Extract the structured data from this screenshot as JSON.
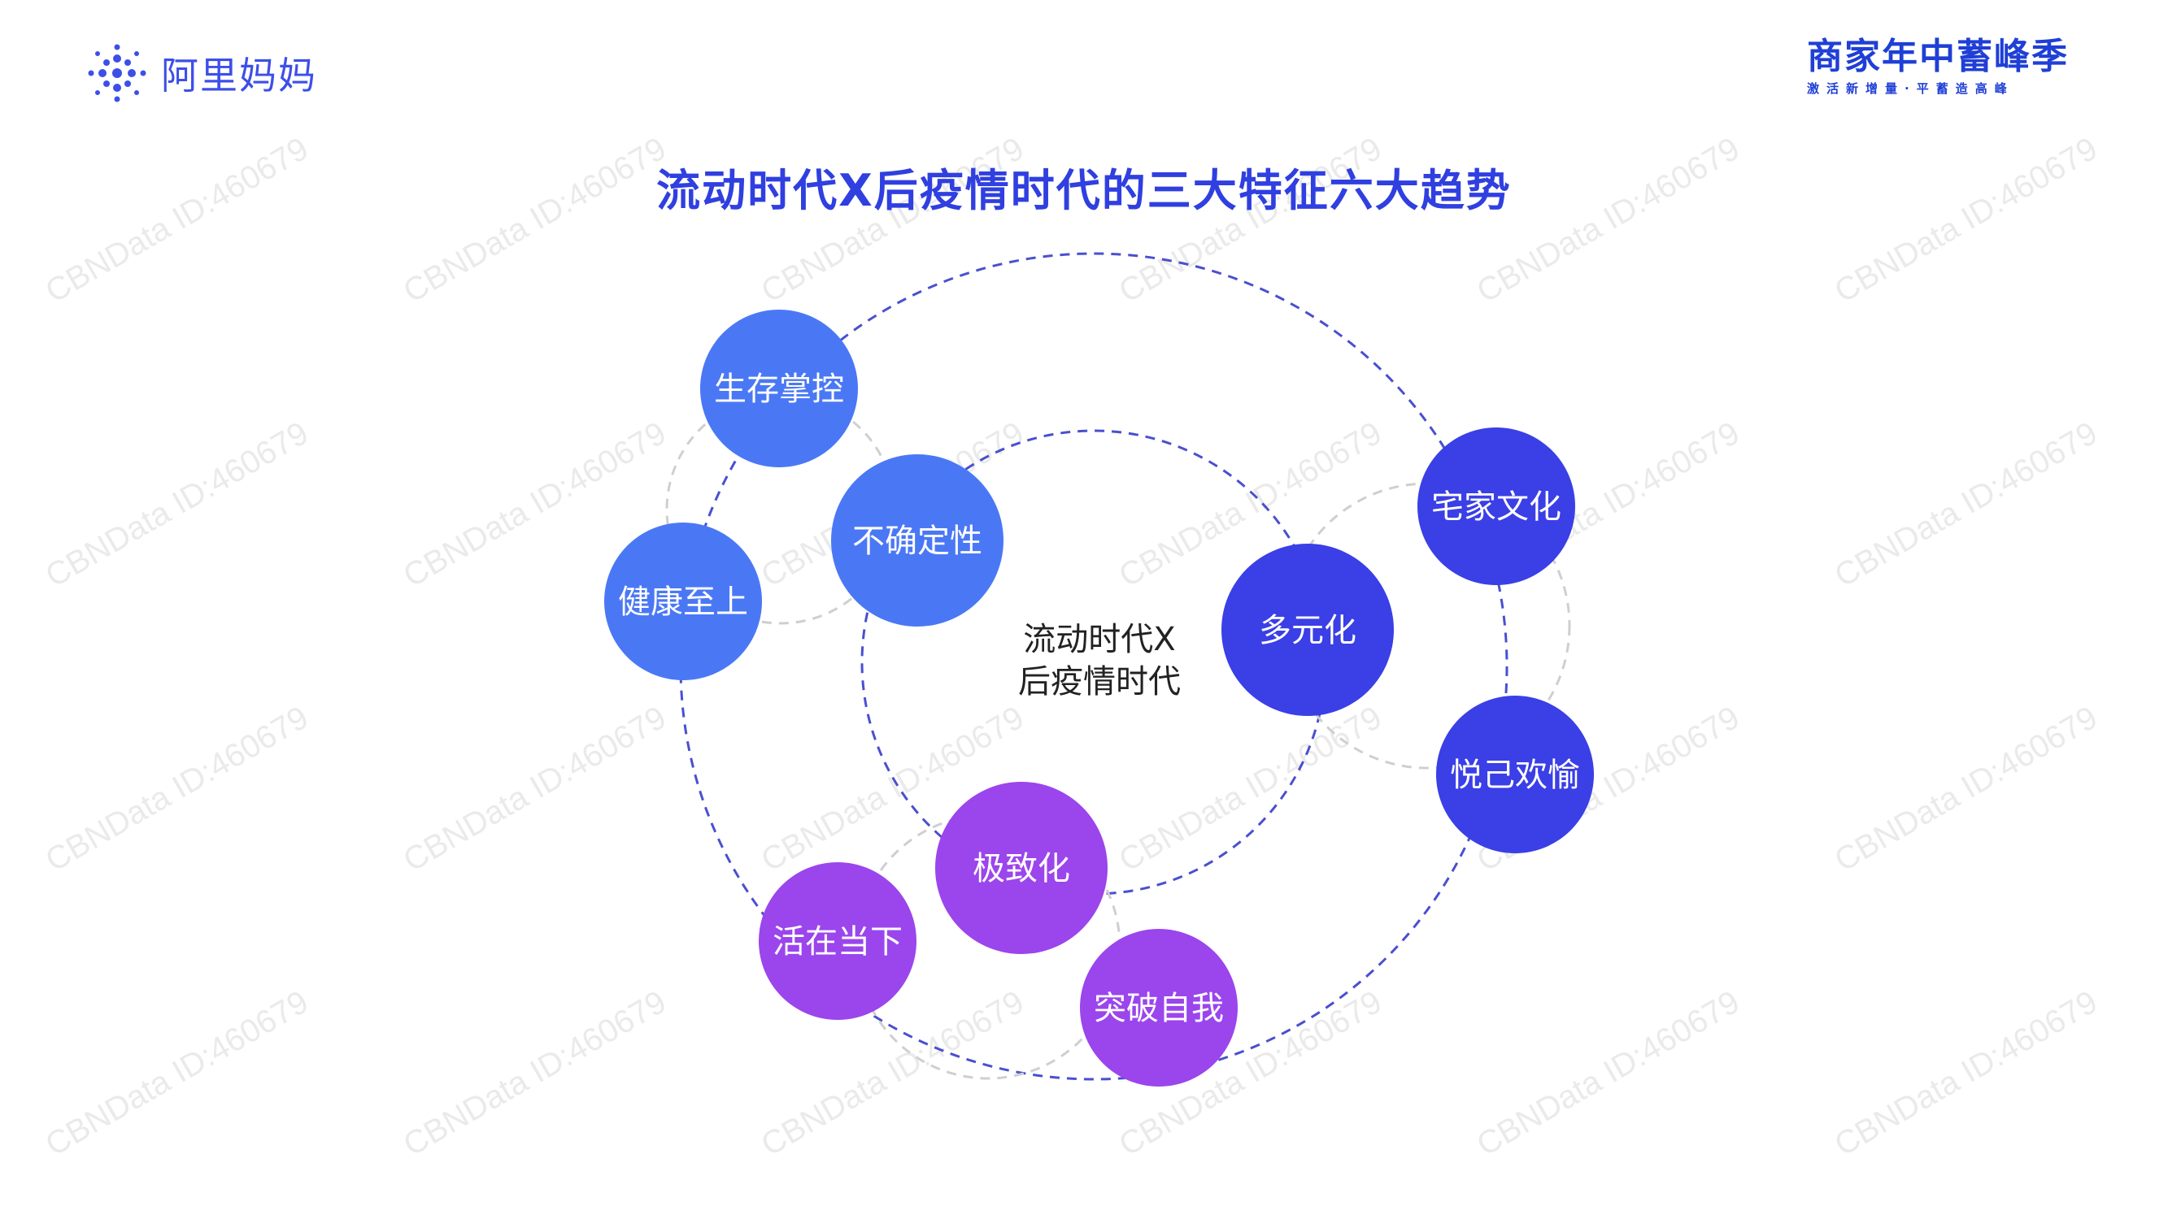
{
  "logo_left": {
    "text": "阿里妈妈",
    "icon": "spark-dots-icon"
  },
  "logo_right": {
    "title": "商家年中蓄峰季",
    "subtitle": "激活新增量·平蓄造高峰"
  },
  "title": "流动时代X后疫情时代的三大特征六大趋势",
  "center": {
    "line1": "流动时代X",
    "line2": "后疫情时代"
  },
  "colors": {
    "blue": "#4a78f5",
    "indigo": "#3a3fe6",
    "purple": "#9b45ec",
    "title": "#2f3fe0",
    "dashed": "#4a4fcf",
    "light_dashed": "#cfcfcf"
  },
  "nodes": [
    {
      "label": "不确定性",
      "group": "blue"
    },
    {
      "label": "生存掌控",
      "group": "blue"
    },
    {
      "label": "健康至上",
      "group": "blue"
    },
    {
      "label": "多元化",
      "group": "indigo"
    },
    {
      "label": "宅家文化",
      "group": "indigo"
    },
    {
      "label": "悦己欢愉",
      "group": "indigo"
    },
    {
      "label": "极致化",
      "group": "purple"
    },
    {
      "label": "活在当下",
      "group": "purple"
    },
    {
      "label": "突破自我",
      "group": "purple"
    }
  ],
  "watermark": "CBNData ID:460679"
}
